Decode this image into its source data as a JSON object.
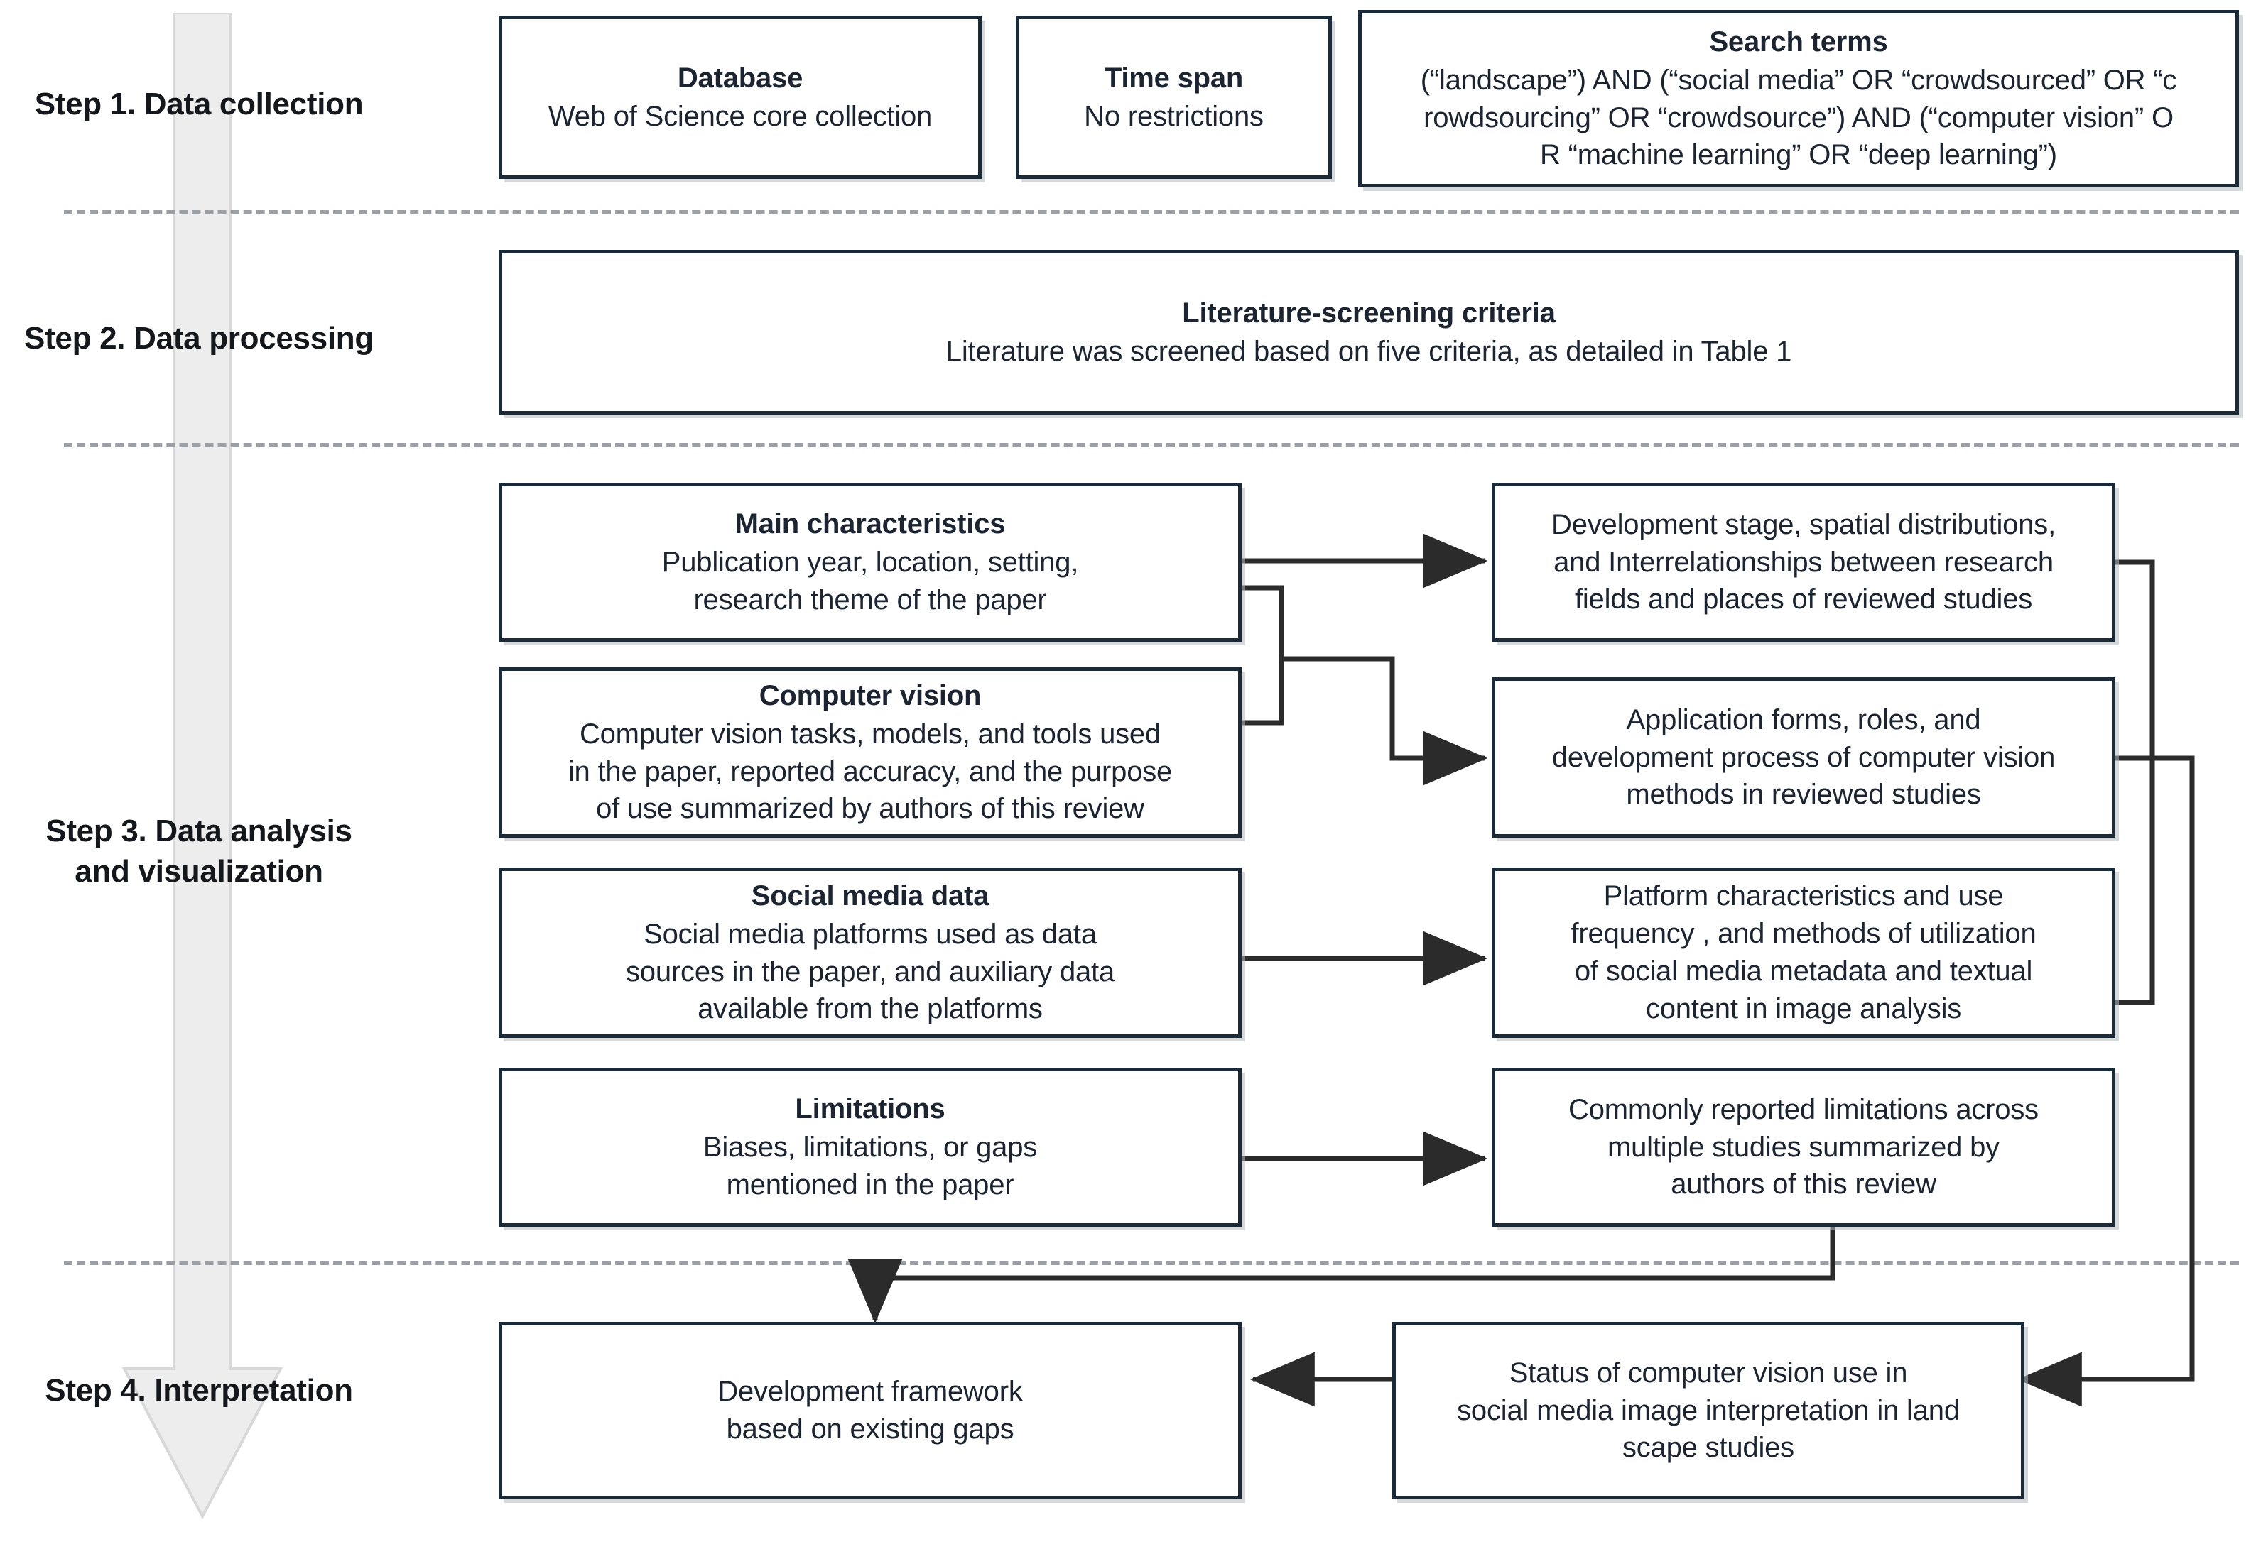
{
  "figure": {
    "type": "flowchart",
    "orientation": "top-to-bottom",
    "accent_color": "#1b2a38",
    "separator_color": "#9aa0a6",
    "arrow_band_color": "#ebebeb"
  },
  "steps": [
    {
      "id": "step1",
      "label": "Step 1. Data collection"
    },
    {
      "id": "step2",
      "label": "Step 2. Data processing"
    },
    {
      "id": "step3",
      "label": "Step 3. Data analysis\nand visualization"
    },
    {
      "id": "step4",
      "label": "Step 4. Interpretation"
    }
  ],
  "step1_boxes": {
    "database": {
      "title": "Database",
      "body": "Web of Science core collection"
    },
    "time_span": {
      "title": "Time span",
      "body": "No restrictions"
    },
    "search_terms": {
      "title": "Search terms",
      "body": "(“landscape”) AND (“social media” OR “crowdsourced” OR “c\nrowdsourcing” OR “crowdsource”) AND (“computer vision” O\nR “machine learning” OR “deep learning”)"
    }
  },
  "step2_boxes": {
    "screening": {
      "title": "Literature-screening criteria",
      "body": "Literature was screened based on five criteria, as detailed in Table 1"
    }
  },
  "step3_inputs": [
    {
      "id": "main-characteristics",
      "title": "Main characteristics",
      "body": "Publication year, location, setting,\nresearch theme of the paper"
    },
    {
      "id": "computer-vision",
      "title": "Computer vision",
      "body": "Computer vision tasks, models, and tools used\nin the paper, reported accuracy, and the purpose\nof use summarized by authors of this review"
    },
    {
      "id": "social-media-data",
      "title": "Social media data",
      "body": "Social media platforms used as data\nsources in the paper, and auxiliary data\navailable from the platforms"
    },
    {
      "id": "limitations",
      "title": "Limitations",
      "body": "Biases, limitations, or gaps\nmentioned in the paper"
    }
  ],
  "step3_outputs": [
    {
      "id": "development-stage",
      "body": "Development stage, spatial distributions,\nand Interrelationships between research\nfields and places of reviewed studies"
    },
    {
      "id": "application-forms",
      "body": "Application forms, roles, and\ndevelopment process of computer vision\nmethods in reviewed studies"
    },
    {
      "id": "platform-characteristics",
      "body": "Platform characteristics and use\nfrequency , and methods of utilization\nof social media metadata and textual\ncontent in image analysis"
    },
    {
      "id": "commonly-reported-limitations",
      "body": "Commonly reported limitations across\nmultiple studies summarized by\nauthors of this review"
    }
  ],
  "step4_boxes": {
    "framework": {
      "body": "Development framework\nbased on existing gaps"
    },
    "status": {
      "body": "Status of computer vision use in\nsocial media image interpretation in land\nscape studies"
    }
  }
}
